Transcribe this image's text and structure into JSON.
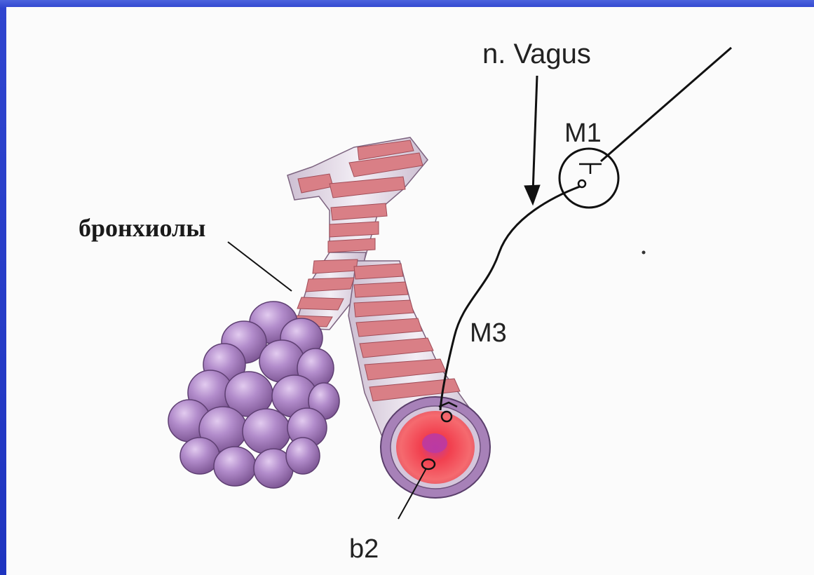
{
  "diagram": {
    "labels": {
      "vagus": "n. Vagus",
      "m1": "M1",
      "m3": "M3",
      "b2": "b2",
      "bronchioles": "бронхиолы"
    },
    "colors": {
      "frame": "#2a3fc4",
      "background": "#fbfbfb",
      "alveoli": "#a77fc0",
      "bronchiole_tube": "#ece3ef",
      "cartilage_band": "#d97f86",
      "lumen_red": "#f0303f",
      "lumen_ring": "#b28bc2",
      "nerve_line": "#111111"
    }
  }
}
